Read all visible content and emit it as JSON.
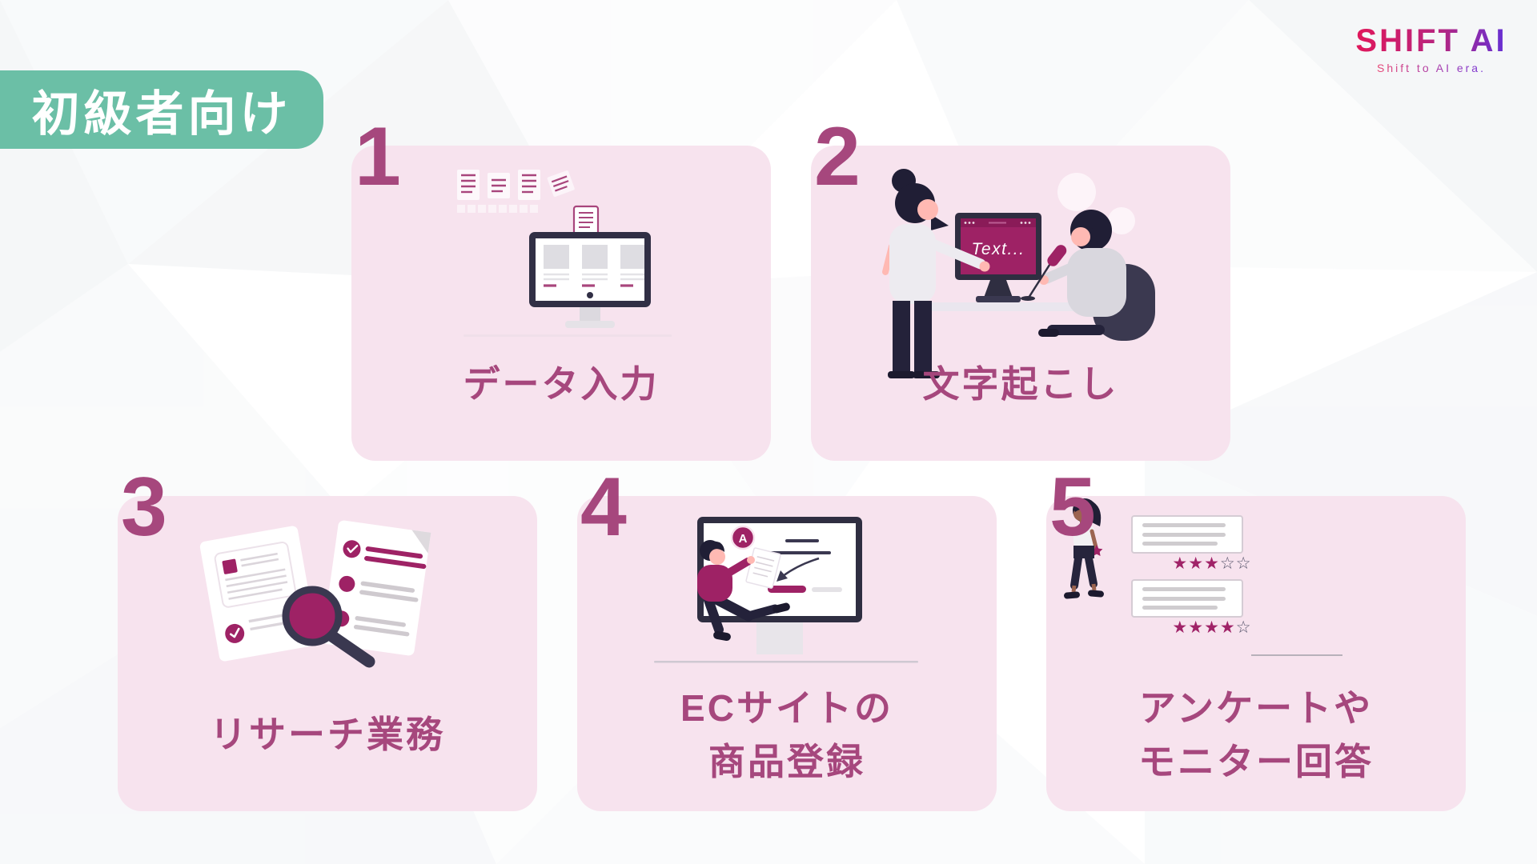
{
  "badge": {
    "label": "初級者向け"
  },
  "logo": {
    "title": "SHIFT AI",
    "tagline": "Shift to AI era."
  },
  "cards": [
    {
      "number": "1",
      "label_lines": [
        "データ入力"
      ]
    },
    {
      "number": "2",
      "label_lines": [
        "文字起こし"
      ],
      "screen_text": "Text..."
    },
    {
      "number": "3",
      "label_lines": [
        "リサーチ業務"
      ]
    },
    {
      "number": "4",
      "label_lines": [
        "ECサイトの",
        "商品登録"
      ],
      "badge_letter": "A"
    },
    {
      "number": "5",
      "label_lines": [
        "アンケートや",
        "モニター回答"
      ],
      "reviews": [
        {
          "rating_value": 3,
          "rating_max": 5,
          "stars_filled": "★★★",
          "stars_empty": "☆☆"
        },
        {
          "rating_value": 4,
          "rating_max": 5,
          "stars_filled": "★★★★",
          "stars_empty": "☆"
        }
      ]
    }
  ],
  "colors": {
    "badge_bg": "#6bbfa6",
    "card_bg": "#f7e3ee",
    "accent_text": "#a6477d",
    "illustration_magenta": "#9e2265",
    "illustration_navy": "#2f2e41",
    "star_filled": "#a02368",
    "star_empty": "#56546b",
    "logo_gradient_start": "#e0175a",
    "logo_gradient_end": "#6430d6"
  }
}
